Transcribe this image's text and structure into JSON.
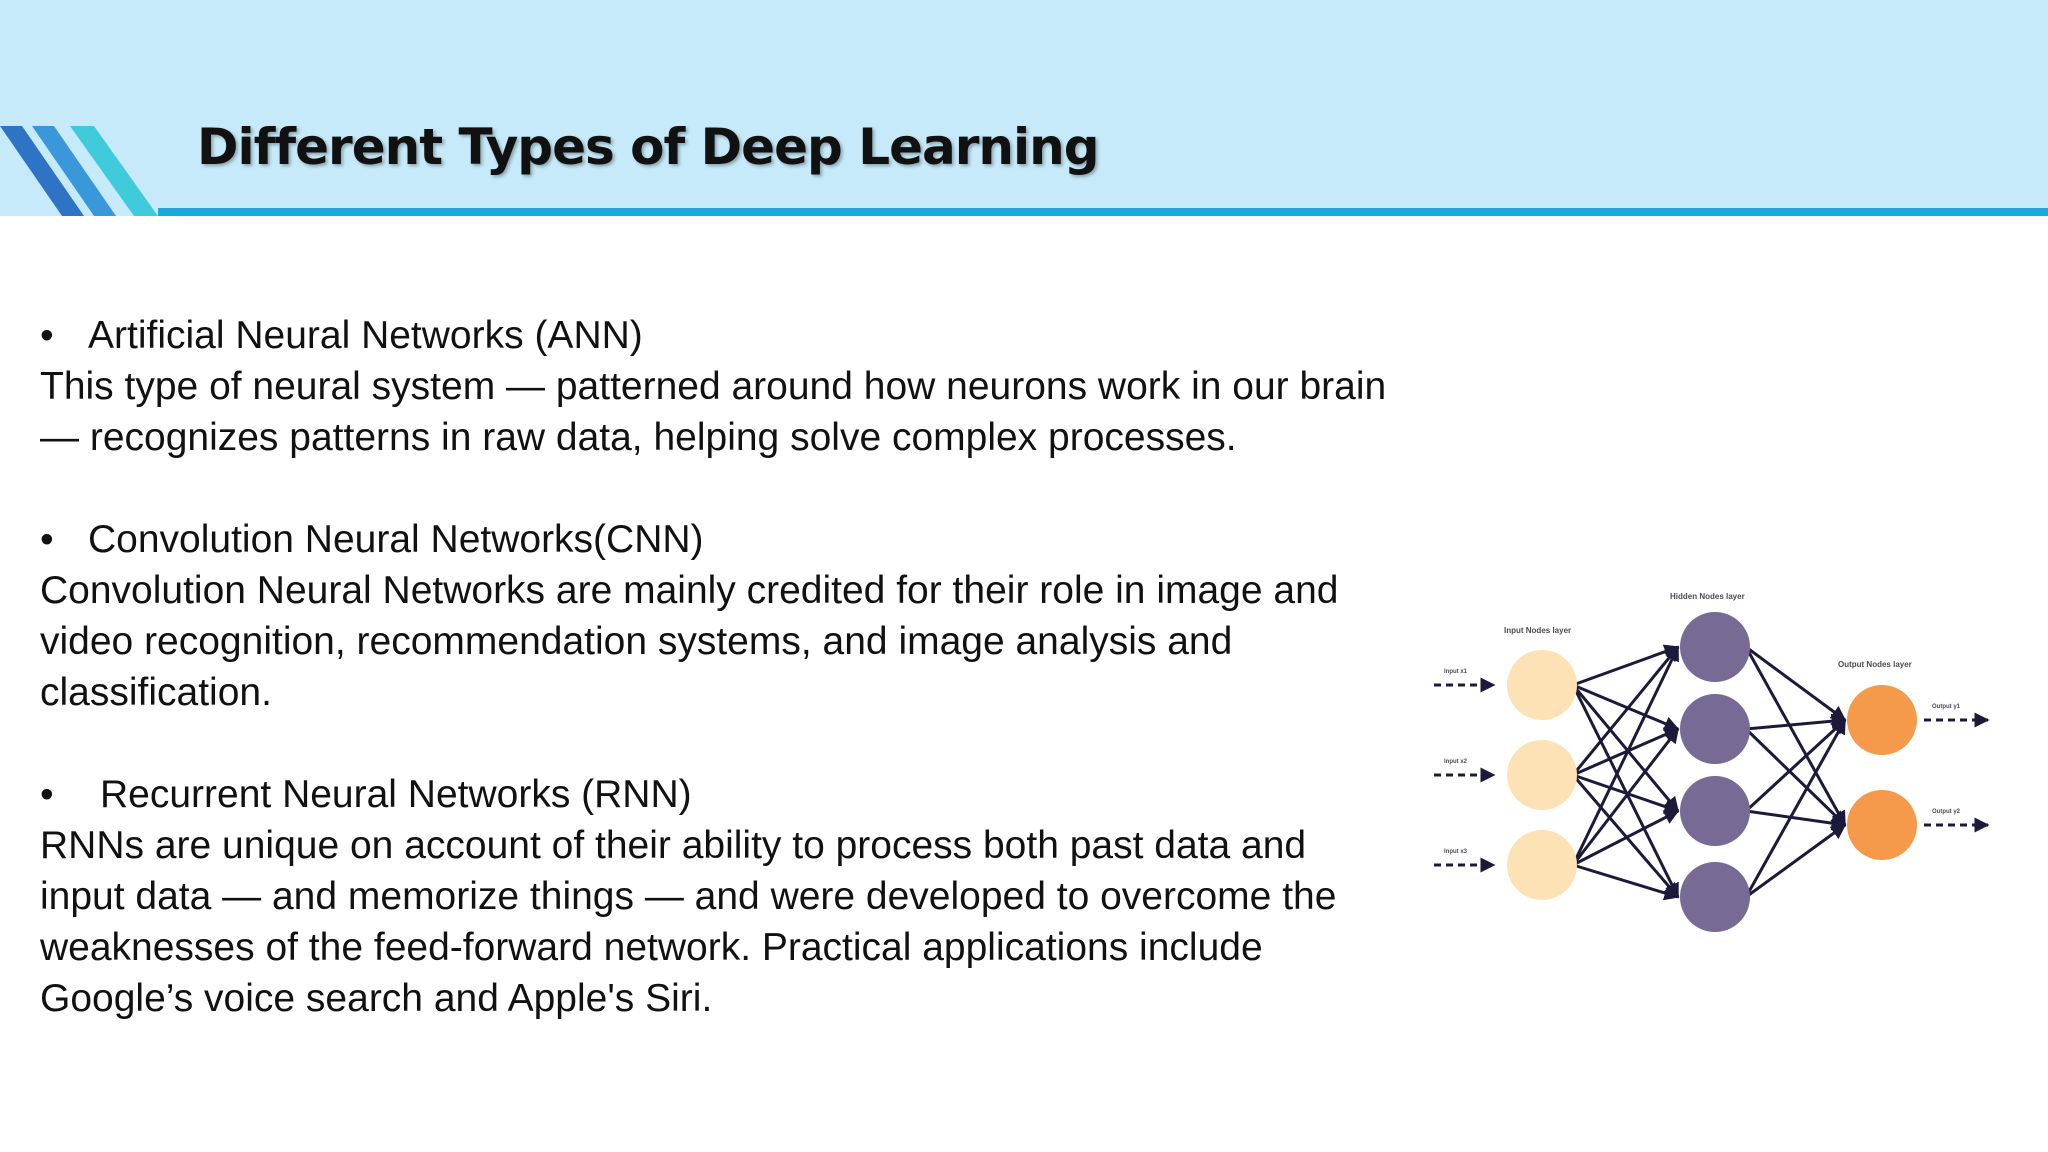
{
  "slide": {
    "title": "Different Types of Deep Learning"
  },
  "sections": [
    {
      "bullet": "•",
      "heading": "Artificial Neural Networks (ANN)",
      "body": "This type of neural system — patterned around how neurons work in our brain — recognizes patterns in raw data, helping solve complex processes."
    },
    {
      "bullet": "•",
      "heading": "Convolution Neural Networks(CNN)",
      "body": "Convolution Neural Networks are mainly credited for their role in image and video recognition, recommendation systems, and image analysis and classification."
    },
    {
      "bullet": "•",
      "heading": "Recurrent Neural Networks (RNN)",
      "body": "RNNs are unique on account of their ability to process both past data and input data — and memorize things — and were developed to overcome the weaknesses of the feed-forward network. Practical applications include Google’s voice search and Apple's Siri."
    }
  ],
  "diagram": {
    "input_layer_label": "Input Nodes layer",
    "hidden_layer_label": "Hidden Nodes layer",
    "output_layer_label": "Output Nodes layer",
    "inputs": [
      "Input x1",
      "Input x2",
      "Input x3"
    ],
    "outputs": [
      "Output y1",
      "Output y2"
    ],
    "colors": {
      "input_node": "#fde2b5",
      "hidden_node": "#776a94",
      "output_node": "#f59a4a",
      "edge": "#1c1a3a"
    }
  }
}
